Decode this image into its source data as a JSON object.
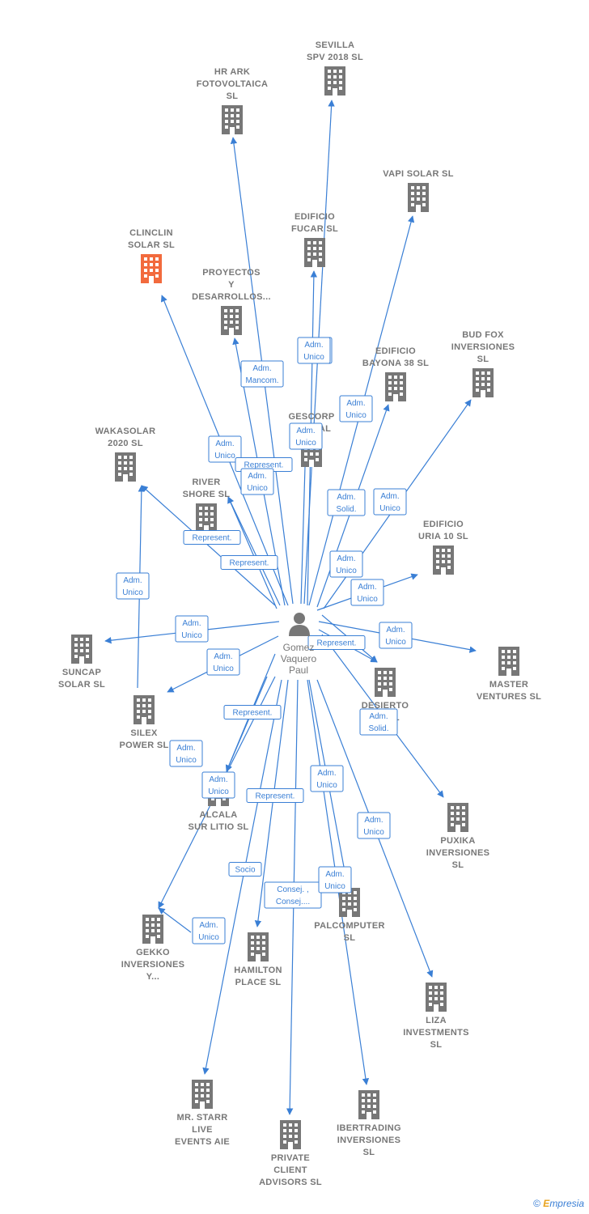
{
  "colors": {
    "edge": "#3a7fd5",
    "building": "#777777",
    "building_highlight": "#f26a3d",
    "label": "#777777"
  },
  "center": {
    "name_lines": [
      "Gomez",
      "Vaquero",
      "Paul"
    ],
    "icon": "person-icon"
  },
  "nodes": [
    {
      "id": "sevilla",
      "lines": [
        "SEVILLA",
        "SPV 2018  SL"
      ],
      "icon": "building-icon",
      "highlight": false
    },
    {
      "id": "hr-ark",
      "lines": [
        "HR ARK",
        "FOTOVOLTAICA",
        "SL"
      ],
      "icon": "building-icon",
      "highlight": false
    },
    {
      "id": "vapi",
      "lines": [
        "VAPI SOLAR SL"
      ],
      "icon": "building-icon",
      "highlight": false
    },
    {
      "id": "edificio-fucar",
      "lines": [
        "EDIFICIO",
        "FUCAR  SL"
      ],
      "icon": "building-icon",
      "highlight": false
    },
    {
      "id": "clinclin",
      "lines": [
        "CLINCLIN",
        "SOLAR  SL"
      ],
      "icon": "building-icon",
      "highlight": true
    },
    {
      "id": "proyectos",
      "lines": [
        "PROYECTOS",
        "Y",
        "DESARROLLOS..."
      ],
      "icon": "building-icon",
      "highlight": false
    },
    {
      "id": "bud-fox",
      "lines": [
        "BUD FOX",
        "INVERSIONES",
        "SL"
      ],
      "icon": "building-icon",
      "highlight": false
    },
    {
      "id": "edificio-bayona",
      "lines": [
        "EDIFICIO",
        "BAYONA 38  SL"
      ],
      "icon": "building-icon",
      "highlight": false
    },
    {
      "id": "gescorp",
      "lines": [
        "GESCORP",
        "GLOBAL"
      ],
      "icon": "building-icon",
      "highlight": false
    },
    {
      "id": "wakasolar",
      "lines": [
        "WAKASOLAR",
        "2020  SL"
      ],
      "icon": "building-icon",
      "highlight": false
    },
    {
      "id": "river-shore",
      "lines": [
        "RIVER",
        "SHORE  SL"
      ],
      "icon": "building-icon",
      "highlight": false
    },
    {
      "id": "edificio-uria",
      "lines": [
        "EDIFICIO",
        "URIA 10  SL"
      ],
      "icon": "building-icon",
      "highlight": false
    },
    {
      "id": "suncap",
      "lines": [
        "SUNCAP",
        "SOLAR  SL"
      ],
      "icon": "building-icon",
      "highlight": false
    },
    {
      "id": "master",
      "lines": [
        "MASTER",
        "VENTURES  SL"
      ],
      "icon": "building-icon",
      "highlight": false
    },
    {
      "id": "desierto",
      "lines": [
        "DESIERTO",
        "S...  SL"
      ],
      "icon": "building-icon",
      "highlight": false
    },
    {
      "id": "silex",
      "lines": [
        "SILEX",
        "POWER  SL"
      ],
      "icon": "building-icon",
      "highlight": false
    },
    {
      "id": "alcala",
      "lines": [
        "ALCALA",
        "SUR LITIO  SL"
      ],
      "icon": "building-icon",
      "highlight": false
    },
    {
      "id": "puxika",
      "lines": [
        "PUXIKA",
        "INVERSIONES",
        "SL"
      ],
      "icon": "building-icon",
      "highlight": false
    },
    {
      "id": "palcomputer",
      "lines": [
        "PALCOMPUTER",
        "SL"
      ],
      "icon": "building-icon",
      "highlight": false
    },
    {
      "id": "gekko",
      "lines": [
        "GEKKO",
        "INVERSIONES",
        "Y..."
      ],
      "icon": "building-icon",
      "highlight": false
    },
    {
      "id": "hamilton",
      "lines": [
        "HAMILTON",
        "PLACE  SL"
      ],
      "icon": "building-icon",
      "highlight": false
    },
    {
      "id": "liza",
      "lines": [
        "LIZA",
        "INVESTMENTS",
        "SL"
      ],
      "icon": "building-icon",
      "highlight": false
    },
    {
      "id": "mr-starr",
      "lines": [
        "MR.  STARR",
        "LIVE",
        "EVENTS  AIE"
      ],
      "icon": "building-icon",
      "highlight": false
    },
    {
      "id": "ibertrading",
      "lines": [
        "IBERTRADING",
        "INVERSIONES",
        "SL"
      ],
      "icon": "building-icon",
      "highlight": false
    },
    {
      "id": "private-client",
      "lines": [
        "PRIVATE",
        "CLIENT",
        "ADVISORS  SL"
      ],
      "icon": "building-icon",
      "highlight": false
    }
  ],
  "edges": [
    {
      "to": "sevilla",
      "label_lines": [
        "Adm.",
        "Unico"
      ]
    },
    {
      "to": "hr-ark",
      "label_lines": [
        "Adm.",
        "Mancom."
      ]
    },
    {
      "to": "vapi",
      "label_lines": [
        "Adm.",
        "Unico"
      ]
    },
    {
      "to": "edificio-fucar",
      "label_lines": [
        "Adm.",
        "Unico"
      ]
    },
    {
      "to": "clinclin",
      "label_lines": [
        "Adm.",
        "Unico"
      ]
    },
    {
      "to": "proyectos",
      "label_lines": [
        "Represent."
      ]
    },
    {
      "to": "bud-fox",
      "label_lines": [
        "Adm.",
        "Unico"
      ]
    },
    {
      "to": "edificio-bayona",
      "label_lines": [
        "Adm.",
        "Solid."
      ]
    },
    {
      "to": "gescorp",
      "label_lines": [
        "Adm.",
        "Unico"
      ]
    },
    {
      "to": "wakasolar",
      "label_lines": [
        "Represent."
      ]
    },
    {
      "to": "river-shore",
      "label_lines": [
        "Adm.",
        "Unico"
      ]
    },
    {
      "to": "river-shore",
      "label_lines": [
        "Represent."
      ]
    },
    {
      "to": "edificio-uria",
      "label_lines": [
        "Adm.",
        "Unico"
      ]
    },
    {
      "to": "desierto",
      "label_lines": [
        "Adm.",
        "Unico"
      ]
    },
    {
      "to": "suncap",
      "label_lines": [
        "Adm.",
        "Unico"
      ]
    },
    {
      "to": "master",
      "label_lines": [
        "Adm.",
        "Unico"
      ]
    },
    {
      "to": "desierto",
      "label_lines": [
        "Represent."
      ]
    },
    {
      "to": "silex",
      "label_lines": [
        "Adm.",
        "Unico"
      ]
    },
    {
      "to": "wakasolar",
      "label_lines": [
        "Adm.",
        "Unico"
      ]
    },
    {
      "to": "alcala",
      "label_lines": [
        "Represent."
      ]
    },
    {
      "to": "alcala",
      "label_lines": [
        "Adm.",
        "Unico"
      ]
    },
    {
      "to": "puxika",
      "label_lines": [
        "Adm.",
        "Solid."
      ]
    },
    {
      "to": "gekko",
      "label_lines": [
        "Adm.",
        "Unico"
      ]
    },
    {
      "to": "gekko",
      "label_lines": [
        "Adm.",
        "Unico"
      ]
    },
    {
      "to": "hamilton",
      "label_lines": [
        "Represent."
      ]
    },
    {
      "to": "palcomputer",
      "label_lines": [
        "Adm.",
        "Unico"
      ]
    },
    {
      "to": "liza",
      "label_lines": [
        "Adm.",
        "Unico"
      ]
    },
    {
      "to": "mr-starr",
      "label_lines": [
        "Socio"
      ]
    },
    {
      "to": "private-client",
      "label_lines": [
        "Consej. ,",
        "Consej...."
      ]
    },
    {
      "to": "ibertrading",
      "label_lines": [
        "Adm.",
        "Unico"
      ]
    }
  ],
  "footer": {
    "copyright": "©",
    "brand_initial": "E",
    "brand_rest": "mpresia"
  }
}
